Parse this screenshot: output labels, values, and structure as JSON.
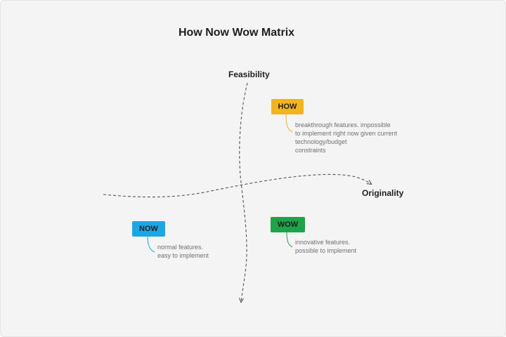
{
  "title": "How Now Wow Matrix",
  "axes": {
    "vertical_label": "Feasibility",
    "horizontal_label": "Originality"
  },
  "quadrants": {
    "how": {
      "label": "HOW",
      "color": "#f2b51c",
      "description": [
        "breakthrough features. impossible",
        "to implement right now given current",
        "technology/budget",
        "constraints"
      ]
    },
    "now": {
      "label": "NOW",
      "color": "#1aa7e6",
      "description": [
        "normal features.",
        "easy to implement"
      ]
    },
    "wow": {
      "label": "WOW",
      "color": "#1ea24a",
      "description": [
        "innovative features.",
        "possible to implement"
      ]
    }
  },
  "colors": {
    "background": "#f4f4f4",
    "axis_line": "#555555"
  }
}
